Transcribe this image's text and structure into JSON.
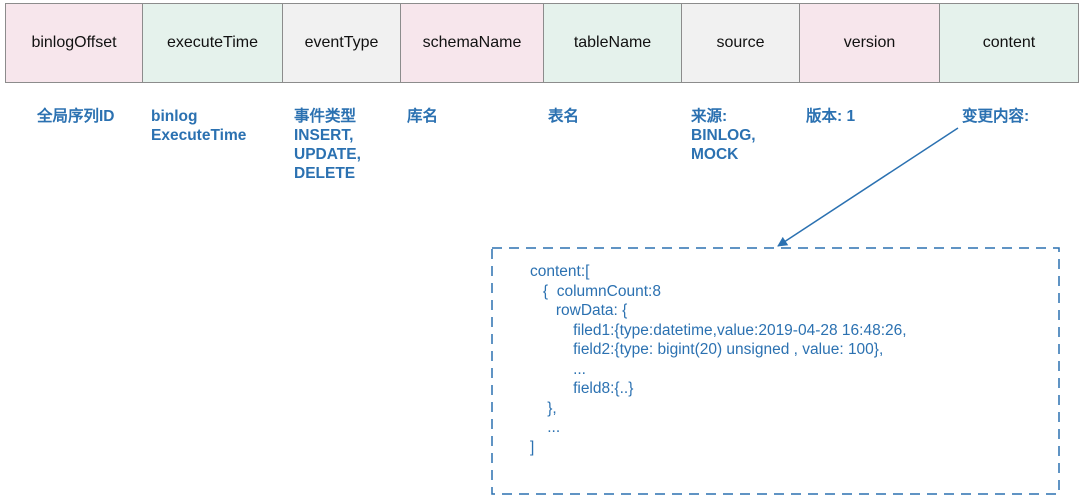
{
  "colors": {
    "pink": "#f7e6ec",
    "green": "#e5f2ec",
    "gray": "#f1f1f1",
    "text_blue": "#2b71b1",
    "border": "#8c8c8c"
  },
  "columns": [
    {
      "header": "binlogOffset",
      "color": "pink",
      "desc": [
        "全局序列ID"
      ]
    },
    {
      "header": "executeTime",
      "color": "green",
      "desc": [
        "binlog",
        "ExecuteTime"
      ]
    },
    {
      "header": "eventType",
      "color": "gray",
      "desc": [
        "事件类型",
        "INSERT,",
        "UPDATE,",
        "DELETE"
      ]
    },
    {
      "header": "schemaName",
      "color": "pink",
      "desc": [
        "库名"
      ]
    },
    {
      "header": "tableName",
      "color": "green",
      "desc": [
        "表名"
      ]
    },
    {
      "header": "source",
      "color": "gray",
      "desc": [
        "来源:",
        "BINLOG,",
        "MOCK"
      ]
    },
    {
      "header": "version",
      "color": "pink",
      "desc": [
        "版本: 1"
      ]
    },
    {
      "header": "content",
      "color": "green",
      "desc": [
        "变更内容:"
      ]
    }
  ],
  "content_example": [
    "content:[",
    "   {  columnCount:8",
    "      rowData: {",
    "          filed1:{type:datetime,value:2019-04-28 16:48:26,",
    "          field2:{type: bigint(20) unsigned , value: 100},",
    "          ...",
    "          field8:{..}",
    "    },",
    "    ...",
    "]"
  ]
}
